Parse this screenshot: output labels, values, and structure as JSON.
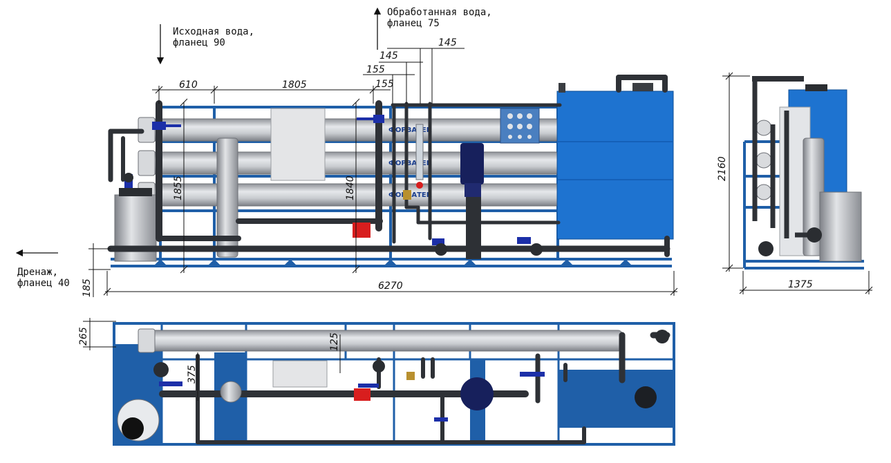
{
  "annotations": {
    "inlet": [
      "Исходная вода,",
      "фланец 90"
    ],
    "outlet": [
      "Обработанная вода,",
      "фланец 75"
    ],
    "drain": [
      "Дренаж,",
      "фланец 40"
    ]
  },
  "brand": "ФОРВАТЕК",
  "dimensions": {
    "d610": "610",
    "d1805": "1805",
    "d155a": "155",
    "d155b": "155",
    "d145a": "145",
    "d145b": "145",
    "d1855": "1855",
    "d1840": "1840",
    "d185": "185",
    "d6270": "6270",
    "d2160": "2160",
    "d1375": "1375",
    "d265": "265",
    "d125": "125",
    "d375": "375"
  },
  "colors": {
    "frame": "#1f5fa8",
    "tank": "#1e73d0",
    "pipe": "#3a3d42",
    "vessel": "#bcbfc4",
    "valve": "#1c2fa8",
    "red_valve": "#d81e1e",
    "pump": "#17205c"
  }
}
